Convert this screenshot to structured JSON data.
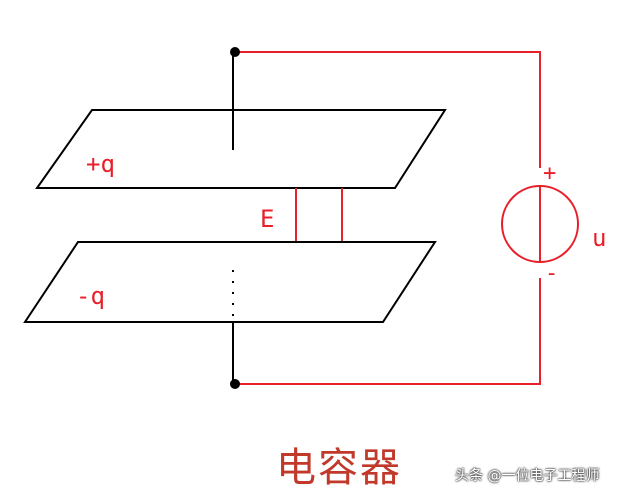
{
  "labels": {
    "top_charge": "+q",
    "bottom_charge": "-q",
    "field": "E",
    "source_plus": "+",
    "source_minus": "-",
    "voltage": "u"
  },
  "caption": "电容器",
  "watermark": "头条 @一位电子工程师",
  "colors": {
    "ink": "#000000",
    "circuit": "#e8202a",
    "caption": "#c0392b"
  }
}
